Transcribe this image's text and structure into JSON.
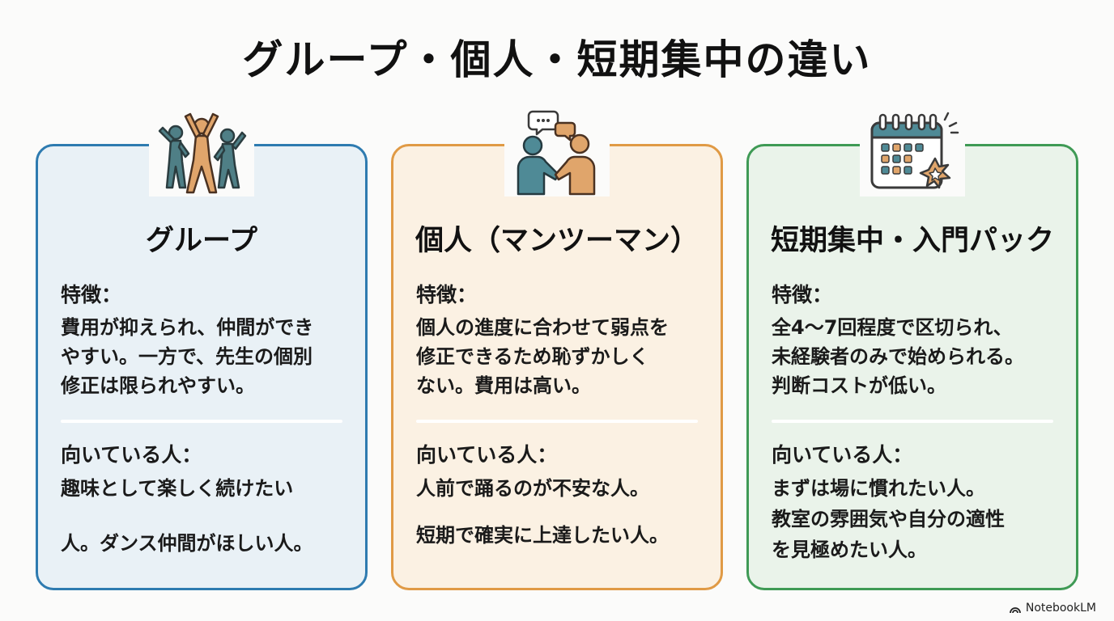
{
  "title": "グループ・個人・短期集中の違い",
  "brand": "NotebookLM",
  "colors": {
    "group_border": "#2e7bb0",
    "individual_border": "#e09a45",
    "short_border": "#3f9a55"
  },
  "cards": [
    {
      "icon": "dancing-people-icon",
      "title": "グループ",
      "feature_label": "特徴：",
      "feature_lines": [
        "費用が抑えられ、仲間ができ",
        "やすい。一方で、先生の個別",
        "修正は限られやすい。"
      ],
      "suitable_label": "向いている人：",
      "suitable_lines": [
        "趣味として楽しく続けたい",
        "人。ダンス仲間がほしい人。"
      ]
    },
    {
      "icon": "handshake-chat-icon",
      "title": "個人（マンツーマン）",
      "feature_label": "特徴：",
      "feature_lines": [
        "個人の進度に合わせて弱点を",
        "修正できるため恥ずかしく",
        "ない。費用は高い。"
      ],
      "suitable_label": "向いている人：",
      "suitable_lines": [
        "人前で踊るのが不安な人。",
        "短期で確実に上達したい人。"
      ]
    },
    {
      "icon": "calendar-star-icon",
      "title": "短期集中・入門パック",
      "feature_label": "特徴：",
      "feature_lines": [
        "全4〜7回程度で区切られ、",
        "未経験者のみで始められる。",
        "判断コストが低い。"
      ],
      "suitable_label": "向いている人：",
      "suitable_lines": [
        "まずは場に慣れたい人。",
        "教室の雰囲気や自分の適性",
        "を見極めたい人。"
      ]
    }
  ]
}
